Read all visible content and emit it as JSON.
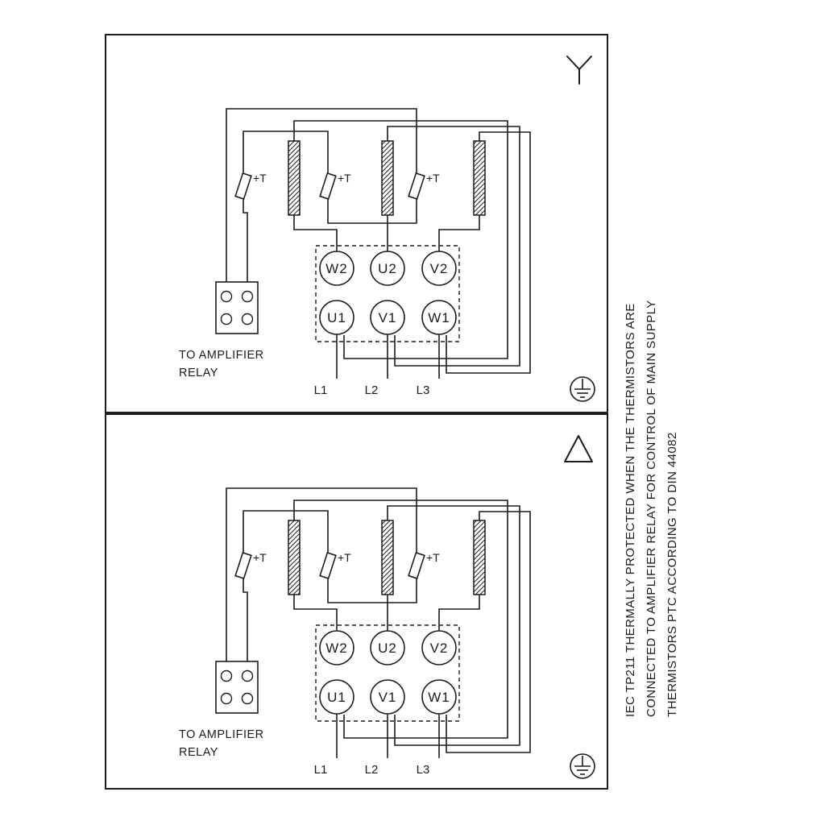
{
  "panels": [
    {
      "connection": "star",
      "thermistor_label": "+T",
      "relay_line1": "TO AMPLIFIER",
      "relay_line2": "RELAY",
      "terminals_top": [
        "W2",
        "U2",
        "V2"
      ],
      "terminals_bottom": [
        "U1",
        "V1",
        "W1"
      ],
      "phases": [
        "L1",
        "L2",
        "L3"
      ]
    },
    {
      "connection": "delta",
      "thermistor_label": "+T",
      "relay_line1": "TO AMPLIFIER",
      "relay_line2": "RELAY",
      "terminals_top": [
        "W2",
        "U2",
        "V2"
      ],
      "terminals_bottom": [
        "U1",
        "V1",
        "W1"
      ],
      "phases": [
        "L1",
        "L2",
        "L3"
      ]
    }
  ],
  "note_lines": [
    "IEC TP211 THERMALLY PROTECTED WHEN THE THERMISTORS ARE",
    "CONNECTED TO AMPLIFIER RELAY FOR CONTROL OF MAIN SUPPLY",
    "THERMISTORS PTC ACCORDING TO DIN 44082"
  ],
  "colors": {
    "line": "#1c1c1c",
    "background": "#ffffff"
  }
}
